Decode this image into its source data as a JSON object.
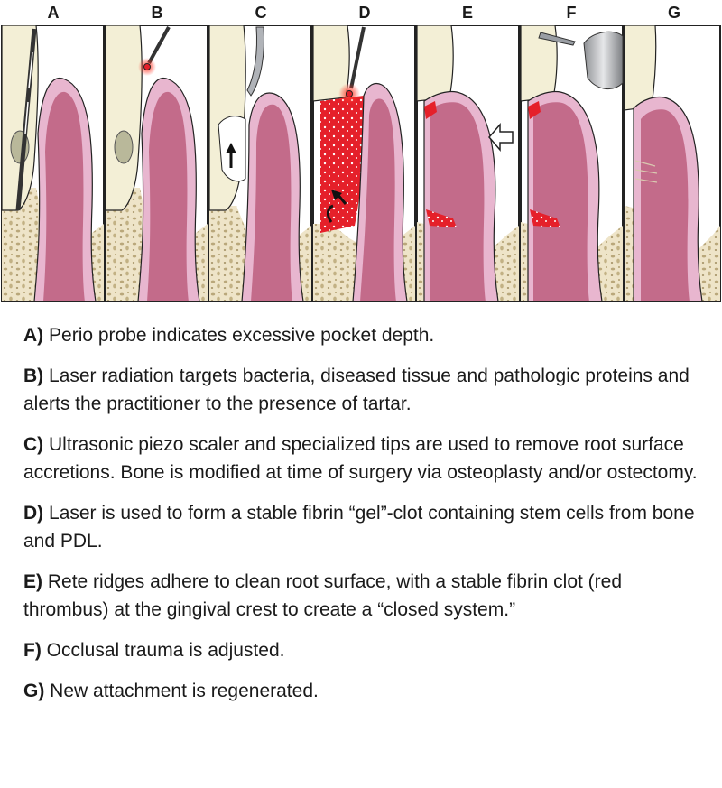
{
  "panel_letters": [
    "A",
    "B",
    "C",
    "D",
    "E",
    "F",
    "G"
  ],
  "captions": [
    {
      "tag": "A)",
      "text": "Perio probe indicates excessive pocket depth."
    },
    {
      "tag": "B)",
      "text": "Laser radiation targets bacteria, diseased tissue and pathologic proteins and alerts the practitioner to the presence of tartar."
    },
    {
      "tag": "C)",
      "text": "Ultrasonic piezo scaler and specialized tips are used to remove root surface accretions. Bone is modified at time of surgery via osteoplasty and/or ostectomy."
    },
    {
      "tag": "D)",
      "text": "Laser is used to form a stable fibrin “gel”-clot containing stem cells from bone and PDL."
    },
    {
      "tag": "E)",
      "text": "Rete ridges adhere to clean root surface, with a stable fibrin clot (red thrombus) at the gingival crest to create a “closed system.”"
    },
    {
      "tag": "F)",
      "text": "Occlusal trauma is adjusted."
    },
    {
      "tag": "G)",
      "text": "New attachment is regenerated."
    }
  ],
  "colors": {
    "tooth": "#f3efd6",
    "gum": "#e8b6cf",
    "gum_inner": "#c36b8a",
    "bone": "#eee4c8",
    "laser_red": "#e5202a",
    "outline": "#222222"
  }
}
